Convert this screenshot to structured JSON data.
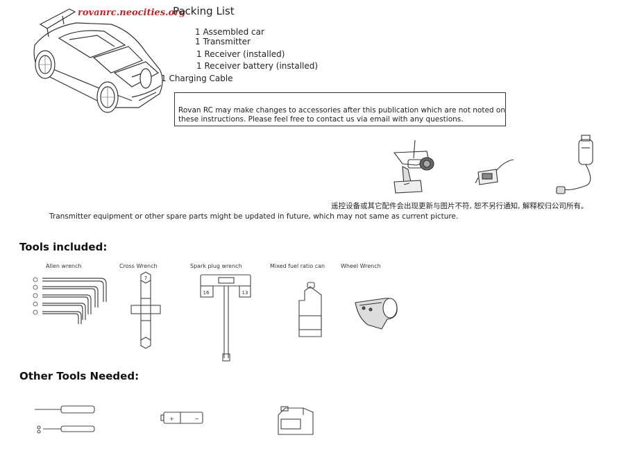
{
  "header": {
    "watermark": "rovanrc.neocities.org",
    "title": "Packing List"
  },
  "packing_list": {
    "items": [
      "1 Assembled car",
      "1 Transmitter",
      "1 Receiver (installed)",
      "1 Receiver battery (installed)",
      "1 Charging Cable"
    ]
  },
  "notice": {
    "line1": "Rovan RC may make changes to accessories after this publication which are not noted on",
    "line2": "these instructions. Please feel free to contact us via email with any questions."
  },
  "notes": {
    "chinese": "遥控设备或其它配件会出现更新与图片不符, 恕不另行通知, 解释权归公司所有。",
    "english": "Transmitter equipment or other spare parts might be updated in future, which may not same as current picture."
  },
  "tools_included": {
    "heading": "Tools included:",
    "tools": [
      "Allen wrench",
      "Cross Wrench",
      "Spark plug wrench",
      "Mixed fuel ratio can",
      "Wheel Wrench"
    ],
    "spark_marks": [
      "16",
      "13"
    ],
    "cross_mark": "7"
  },
  "other_tools": {
    "heading": "Other Tools Needed:"
  }
}
